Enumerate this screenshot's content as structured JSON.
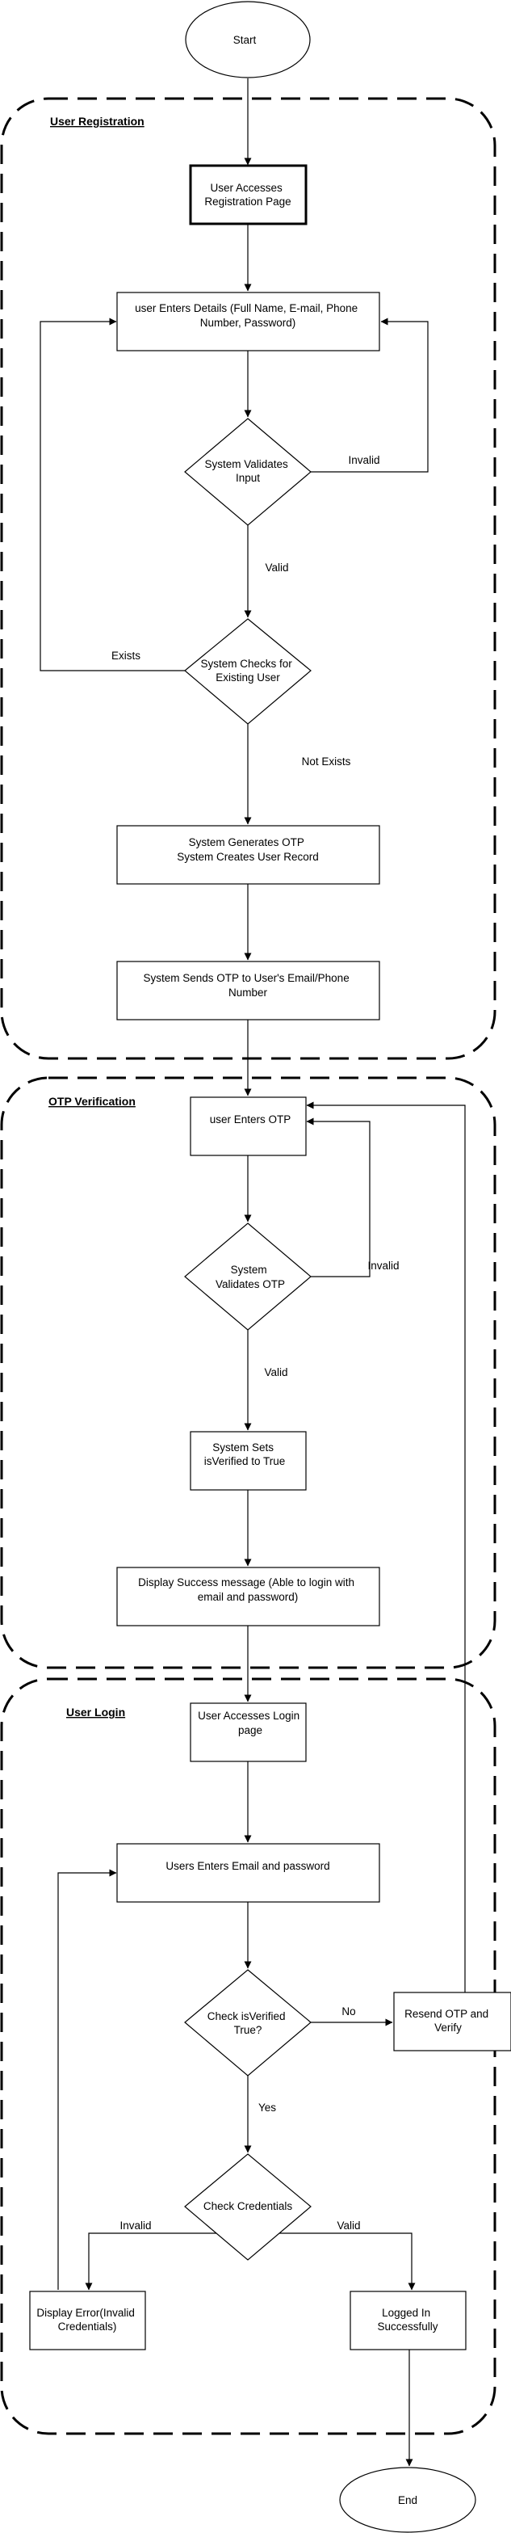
{
  "diagram": {
    "groups": {
      "registration": "User Registration",
      "otp": "OTP Verification",
      "login": "User Login"
    },
    "nodes": {
      "start": [
        "Start"
      ],
      "access_registration": [
        "User Accesses",
        "Registration Page"
      ],
      "enter_details": [
        "user Enters Details (Full Name, E-mail, Phone",
        "Number, Password)"
      ],
      "validate_input": [
        "System Validates",
        "Input"
      ],
      "check_existing": [
        "System Checks for",
        "Existing User"
      ],
      "create_record": [
        "System Generates OTP",
        "System Creates User Record"
      ],
      "send_otp": [
        "System Sends OTP to User's Email/Phone",
        "Number"
      ],
      "enter_otp": [
        "user Enters OTP"
      ],
      "validate_otp": [
        "System",
        "Validates OTP"
      ],
      "set_verified": [
        "System Sets",
        "isVerified to True"
      ],
      "success_message": [
        "Display Success message (Able to login with",
        "email and password)"
      ],
      "access_login": [
        "User Accesses Login",
        "page"
      ],
      "enter_credentials": [
        "Users Enters Email and password"
      ],
      "check_verified": [
        "Check isVerified",
        "True?"
      ],
      "resend_otp": [
        "Resend OTP and",
        "Verify"
      ],
      "check_credentials": [
        "Check Credentials"
      ],
      "display_error": [
        "Display Error(Invalid",
        "Credentials)"
      ],
      "logged_in": [
        "Logged In",
        "Successfully"
      ],
      "end": [
        "End"
      ]
    },
    "edge_labels": {
      "input_invalid": "Invalid",
      "input_valid": "Valid",
      "user_exists": "Exists",
      "user_not_exists": "Not Exists",
      "otp_invalid": "Invalid",
      "otp_valid": "Valid",
      "verified_no": "No",
      "verified_yes": "Yes",
      "credentials_invalid": "Invalid",
      "credentials_valid": "Valid"
    }
  }
}
